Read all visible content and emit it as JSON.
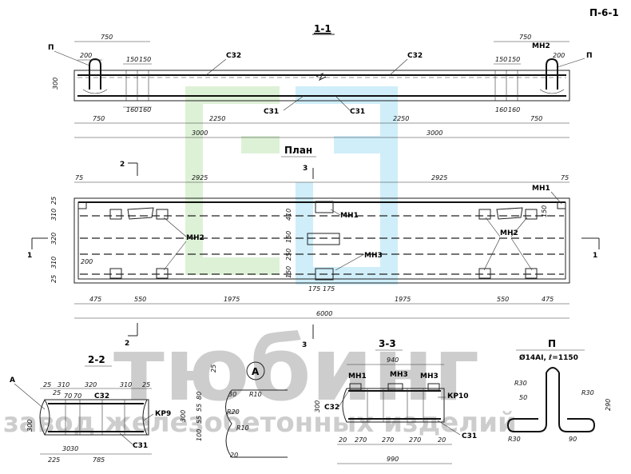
{
  "sheet": {
    "code": "П-6-1"
  },
  "views": {
    "section_1_1": "1-1",
    "plan": "План",
    "section_2_2": "2-2",
    "section_3_3": "3-3",
    "detail_a": "А",
    "detail_p": "П"
  },
  "labels": {
    "p": "П",
    "c32": "С32",
    "c31": "С31",
    "mn1": "МН1",
    "mn2": "МН2",
    "mn3": "МН3",
    "kr9": "КР9",
    "kr10": "КР10",
    "a": "А",
    "cut1": "1",
    "cut2": "2",
    "cut3": "3"
  },
  "dims": {
    "d750": "750",
    "d200": "200",
    "d150": "150",
    "d160": "160",
    "d300": "300",
    "d2250": "2250",
    "d3000": "3000",
    "d75": "75",
    "d2925": "2925",
    "d25": "25",
    "d310": "310",
    "d320": "320",
    "d410": "410",
    "d250": "250",
    "d175": "175",
    "d475": "475",
    "d550": "550",
    "d1975": "1975",
    "d6000": "6000",
    "d70": "70",
    "d225": "225",
    "d785": "785",
    "d30": "30",
    "d100": "100",
    "d55": "55",
    "d80": "80",
    "d940": "940",
    "d270": "270",
    "d990": "990",
    "d20": "20",
    "d50": "50",
    "d90": "90",
    "d290": "290"
  },
  "radii": {
    "r10": "R10",
    "r20": "R20",
    "r30": "R30"
  },
  "bar_spec": "Ø14АI, ℓ=1150",
  "watermark": {
    "big": "тюбинг",
    "sub": "завод железобетонных изделий"
  },
  "colors": {
    "wm_green": "#d8efd0",
    "wm_blue": "#c7ecf8",
    "wm_text": "#c8c8c8"
  }
}
